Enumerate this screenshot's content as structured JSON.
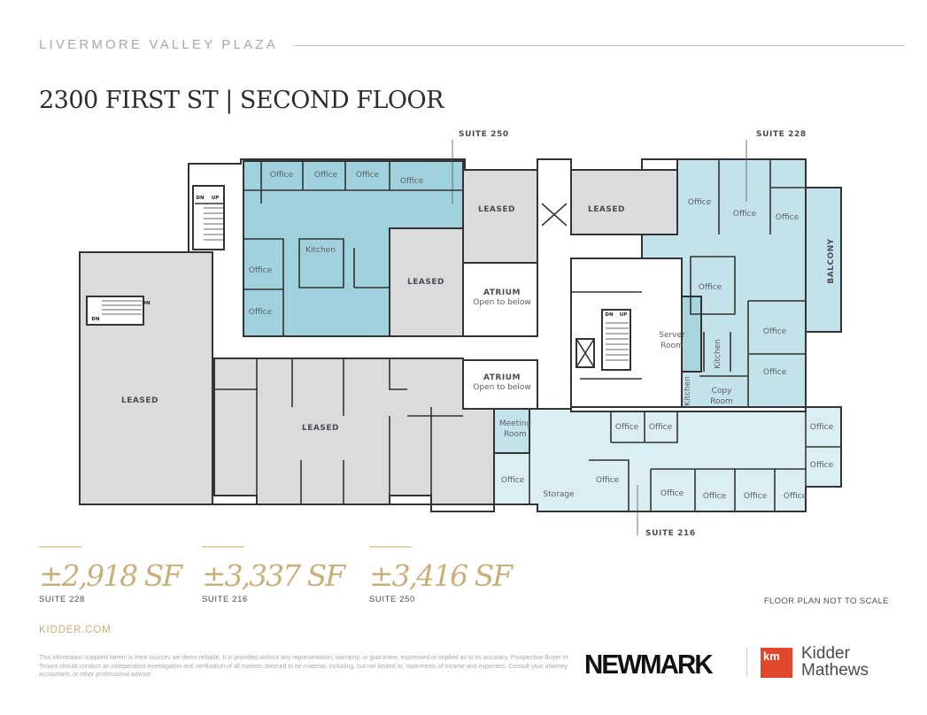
{
  "header": {
    "eyebrow": "LIVERMORE VALLEY PLAZA",
    "title": "2300 FIRST ST | SECOND FLOOR"
  },
  "colors": {
    "suite_250": "#9fd2dc",
    "suite_228": "#c4e2e9",
    "suite_216": "#dbeef3",
    "leased": "#dcdadc",
    "accent_gold": "#c8b07a",
    "kidder_red": "#e0482b"
  },
  "plan": {
    "callouts": {
      "suite_250": "SUITE 250",
      "suite_228": "SUITE 228",
      "suite_216": "SUITE 216"
    },
    "rooms": [
      "Office",
      "Office",
      "Office",
      "Office",
      "Kitchen",
      "Office",
      "Office",
      "LEASED",
      "LEASED",
      "LEASED",
      "ATRIUM",
      "Open to below",
      "ATRIUM",
      "Open to below",
      "LEASED",
      "LEASED",
      "Office",
      "Office",
      "Office",
      "BALCONY",
      "Office",
      "Server",
      "Room",
      "Kitchen",
      "Office",
      "Office",
      "Kitchen",
      "Copy",
      "Room",
      "Meeting",
      "Room",
      "Office",
      "Office",
      "Office",
      "Office",
      "Office",
      "Storage",
      "Office",
      "Office",
      "Office",
      "Office",
      "Office"
    ],
    "stairs": [
      "DN",
      "UP",
      "DN",
      "DN",
      "DN",
      "UP"
    ]
  },
  "stats": [
    {
      "area": "±2,918 SF",
      "suite": "SUITE 228"
    },
    {
      "area": "±3,337 SF",
      "suite": "SUITE 216"
    },
    {
      "area": "±3,416 SF",
      "suite": "SUITE 250"
    }
  ],
  "footer": {
    "note": "FLOOR PLAN NOT TO SCALE",
    "website": "KIDDER.COM",
    "disclaimer": "This information supplied herein is from sources we deem reliable. It is provided without any representation, warranty, or guarantee, expressed or implied as to its accuracy. Prospective Buyer or Tenant should conduct an independent investigation and verification of all matters deemed to be material, including, but not limited to, statements of income and expenses. Consult your attorney, accountant, or other professional advisor.",
    "logo_newmark": "NEWMARK",
    "logo_km": "km",
    "logo_kidder": "Kidder",
    "logo_mathews": "Mathews"
  }
}
